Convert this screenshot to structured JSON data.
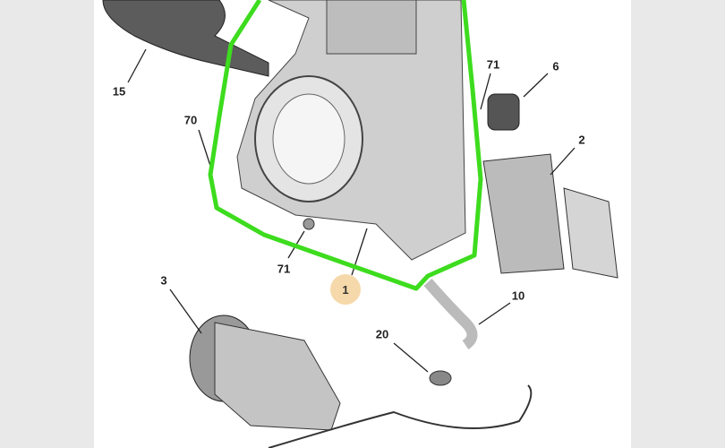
{
  "diagram": {
    "labels": {
      "part_15": "15",
      "part_71_top": "71",
      "part_6": "6",
      "part_70": "70",
      "part_2": "2",
      "part_71_bottom": "71",
      "part_1": "1",
      "part_3": "3",
      "part_10": "10",
      "part_20": "20"
    },
    "colors": {
      "highlight_outline": "#3ddc1e",
      "badge_fill": "#f6d9aa",
      "side_background": "#e9e9e9"
    }
  }
}
